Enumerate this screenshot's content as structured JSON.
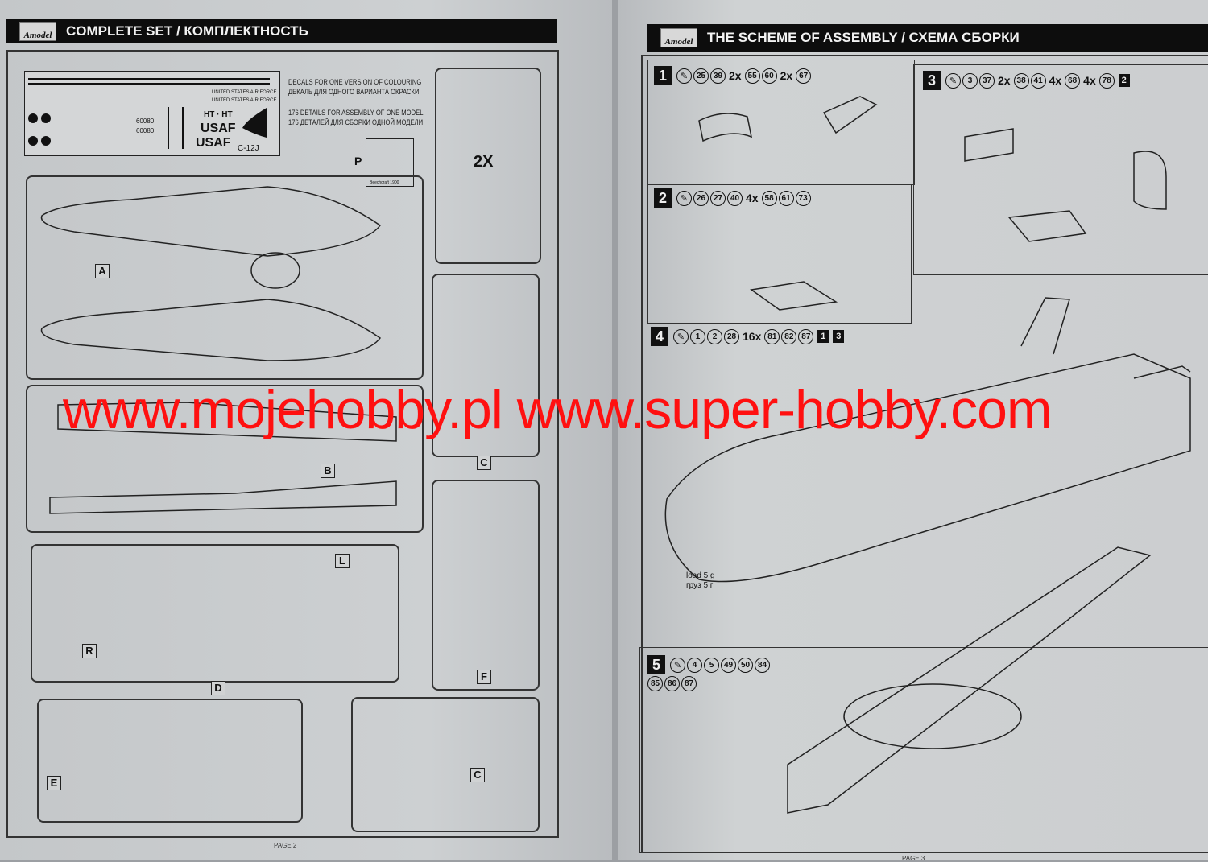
{
  "left_page": {
    "header": {
      "logo": "Amodel",
      "title": "COMPLETE SET / КОМПЛЕКТНОСТЬ"
    },
    "decal_sheet": {
      "texts": [
        "UNITED STATES AIR FORCE",
        "UNITED STATES AIR FORCE",
        "60080",
        "60080",
        "HT · HT",
        "USAF",
        "USAF",
        "C-12J"
      ]
    },
    "info": [
      "DECALS FOR ONE VERSION OF COLOURING",
      "ДЕКАЛЬ ДЛЯ ОДНОГО ВАРИАНТА ОКРАСКИ",
      "176 DETAILS FOR ASSEMBLY OF ONE MODEL",
      "176 ДЕТАЛЕЙ ДЛЯ СБОРКИ ОДНОЙ МОДЕЛИ"
    ],
    "photoetch": {
      "label": "P",
      "caption": "Beechcraft 1900"
    },
    "sprue_x2": "2X",
    "sprues": [
      "A",
      "B",
      "C",
      "D",
      "E",
      "F",
      "R",
      "L",
      "C"
    ],
    "page_label": "PAGE 2"
  },
  "right_page": {
    "header": {
      "logo": "Amodel",
      "title": "THE SCHEME OF ASSEMBLY / СХЕМА СБОРКИ"
    },
    "steps": [
      {
        "number": "1",
        "parts": [
          "25",
          "39",
          "2x",
          "55",
          "60",
          "2x",
          "67"
        ],
        "refs": []
      },
      {
        "number": "2",
        "parts": [
          "26",
          "27",
          "40",
          "4x",
          "58",
          "61",
          "73"
        ],
        "refs": []
      },
      {
        "number": "3",
        "parts": [
          "3",
          "37",
          "2x",
          "38",
          "41",
          "4x",
          "68",
          "4x",
          "78"
        ],
        "refs": [
          "2"
        ]
      },
      {
        "number": "4",
        "parts": [
          "1",
          "2",
          "28",
          "16x",
          "81",
          "82",
          "87"
        ],
        "refs": [
          "1",
          "3"
        ]
      },
      {
        "number": "5",
        "parts": [
          "4",
          "5",
          "49",
          "50",
          "84",
          "85",
          "86",
          "87"
        ],
        "refs": []
      }
    ],
    "load_note": [
      "load 5 g",
      "груз 5 г"
    ],
    "page_label": "PAGE 3"
  },
  "watermark": "www.mojehobby.pl www.super-hobby.com",
  "colors": {
    "watermark": "#ff1010",
    "header": "#0d0d0d",
    "paper": "#c9ccce"
  }
}
